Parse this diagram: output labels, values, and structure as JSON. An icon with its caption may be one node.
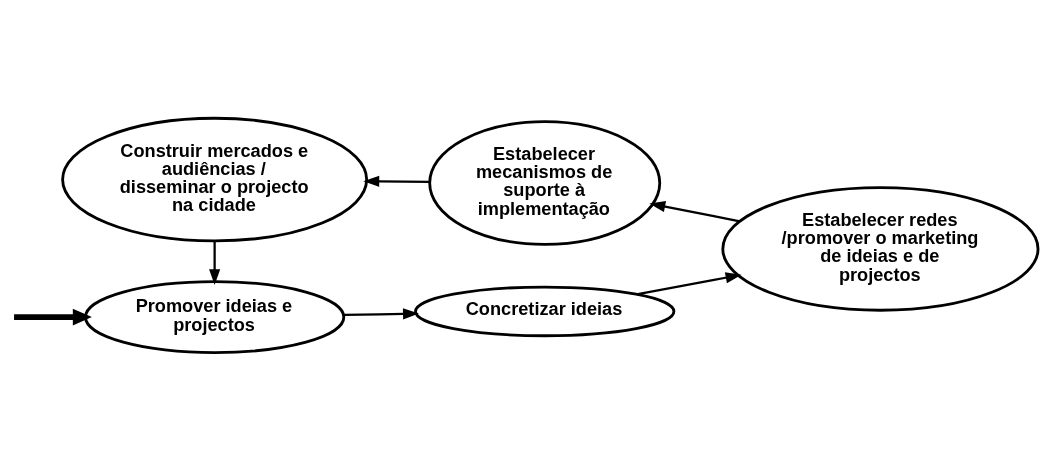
{
  "diagram": {
    "nodes": [
      {
        "text": [
          "Promover ideias e projectos"
        ]
      },
      {
        "text": [
          "Concretizar ideias"
        ]
      },
      {
        "text": [
          "Estabelecer redes /promover o marketing de ideias e de projectos"
        ]
      },
      {
        "text": [
          "Estabelecer mecanismos de suporte à implementação"
        ]
      },
      {
        "text": [
          "Construir mercados e audiências / disseminar o projecto na cidade"
        ]
      }
    ],
    "edges": [
      {
        "from": null,
        "to": 0,
        "arrow": "to",
        "style": "thick"
      },
      {
        "from": 0,
        "to": 1,
        "arrow": "to"
      },
      {
        "from": 1,
        "to": 2,
        "arrow": "to"
      },
      {
        "from": 2,
        "to": 3,
        "arrow": "to"
      },
      {
        "from": 3,
        "to": 4,
        "arrow": "to"
      },
      {
        "from": 4,
        "to": 0,
        "arrow": "to"
      }
    ]
  }
}
